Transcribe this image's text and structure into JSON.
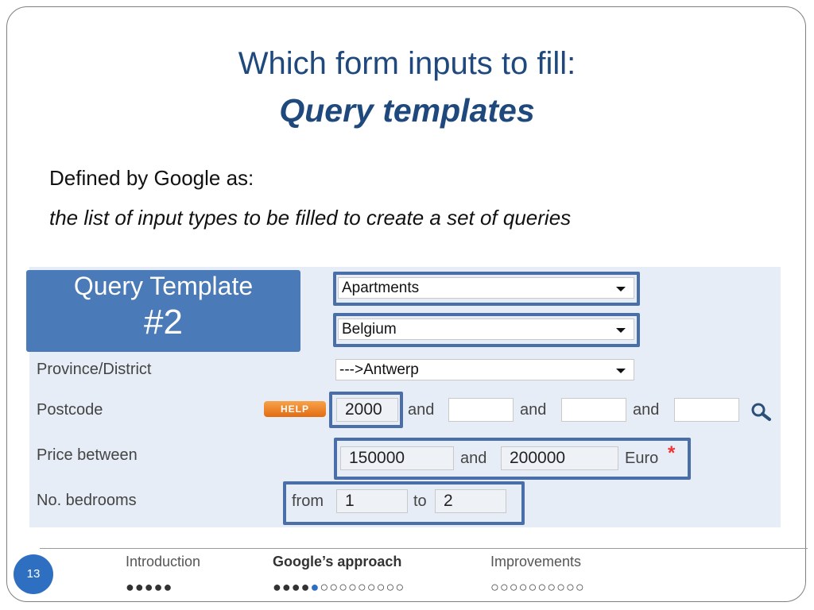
{
  "title": {
    "line1": "Which form inputs to fill:",
    "line2": "Query templates"
  },
  "subtitle": "Defined by Google as:",
  "definition": "the list of input types to be filled to create a set of queries",
  "query_template": {
    "line1": "Query Template",
    "line2": "#2"
  },
  "form": {
    "property_type": "Apartments",
    "country": "Belgium",
    "province": {
      "label": "Province/District",
      "value": "--->Antwerp"
    },
    "postcode": {
      "label": "Postcode",
      "help_label": "HELP",
      "value1": "2000",
      "value2": "",
      "value3": "",
      "value4": "",
      "and": "and"
    },
    "price": {
      "label": "Price between",
      "min": "150000",
      "max": "200000",
      "and": "and",
      "unit": "Euro",
      "required_mark": "*"
    },
    "bedrooms": {
      "label": "No. bedrooms",
      "from_label": "from",
      "from_value": "1",
      "to_label": "to",
      "to_value": "2"
    }
  },
  "footer": {
    "page_number": "13",
    "sections": [
      {
        "label": "Introduction",
        "dots": "●●●●●"
      },
      {
        "label": "Google’s approach",
        "dots_filled": "●●●●",
        "dots_current": "●",
        "dots_empty": "○○○○○○○○○"
      },
      {
        "label": "Improvements",
        "dots": "○○○○○○○○○○"
      }
    ]
  },
  "colors": {
    "title": "#1f497d",
    "highlight": "#4a6fa8",
    "template_box": "#4a7ab8",
    "panel": "#e6edf6",
    "page_badge": "#2f6fc2"
  }
}
